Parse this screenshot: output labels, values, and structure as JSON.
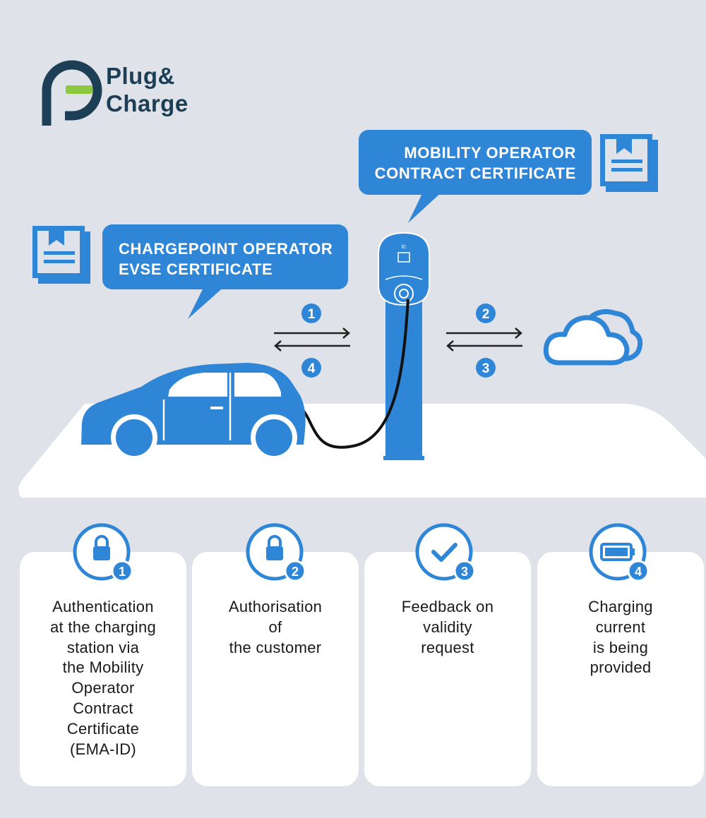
{
  "logo": {
    "line1": "Plug&",
    "line2": "Charge"
  },
  "bubbles": {
    "emsp": {
      "line1": "MOBILITY OPERATOR",
      "line2": "CONTRACT CERTIFICATE"
    },
    "cpo": {
      "line1": "CHARGEPOINT OPERATOR",
      "line2": "EVSE CERTIFICATE"
    }
  },
  "flow_numbers": {
    "car_to_station_top": "1",
    "car_to_station_bottom": "4",
    "station_to_cloud_top": "2",
    "station_to_cloud_bottom": "3"
  },
  "steps": [
    {
      "badge": "1",
      "icon": "lock-icon",
      "lines": [
        "Authentication",
        "at the charging",
        "station via",
        "the Mobility",
        "Operator",
        "Contract",
        "Certificate",
        "(EMA-ID)"
      ]
    },
    {
      "badge": "2",
      "icon": "lock-icon",
      "lines": [
        "Authorisation",
        "of",
        "the customer"
      ]
    },
    {
      "badge": "3",
      "icon": "checkmark-icon",
      "lines": [
        "Feedback on",
        "validity",
        "request"
      ]
    },
    {
      "badge": "4",
      "icon": "battery-icon",
      "lines": [
        "Charging",
        "current",
        "is being",
        "provided"
      ]
    }
  ],
  "colors": {
    "accent_blue": "#2f86d6",
    "logo_navy": "#1c3f55",
    "logo_green": "#8dc63f",
    "background": "#dfe3e9",
    "white": "#ffffff"
  }
}
